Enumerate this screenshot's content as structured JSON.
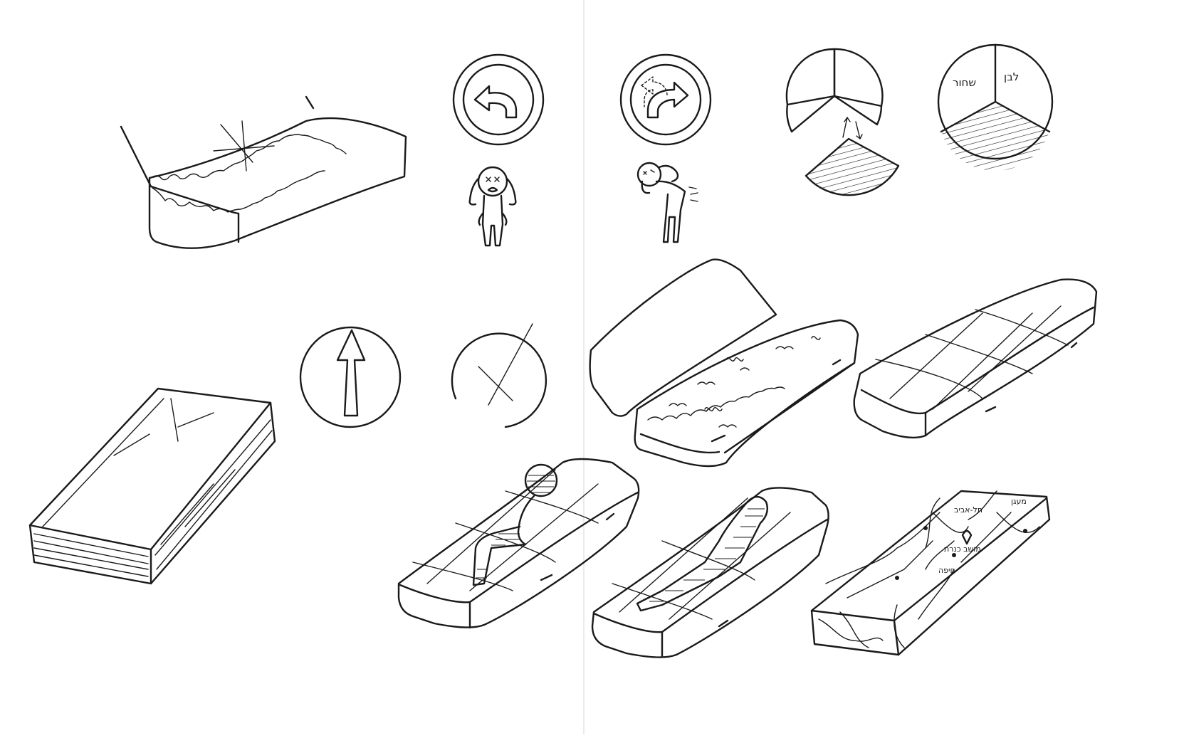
{
  "pie_labels": {
    "left": "שחור",
    "right": "לבן"
  },
  "map_labels": {
    "a": "מעגן",
    "b": "תל-אביב",
    "c": "מושב כנרת",
    "d": "חיפה"
  },
  "colors": {
    "ink": "#1a1a1a",
    "paper": "#ffffff"
  },
  "icons": [
    "undo-sign-icon",
    "redo-sign-icon",
    "straight-arrow-sign-icon",
    "crossed-circle-sign-icon",
    "distressed-figure-icon",
    "backache-figure-icon",
    "pie-slice-removed-icon",
    "pie-chart-icon"
  ]
}
